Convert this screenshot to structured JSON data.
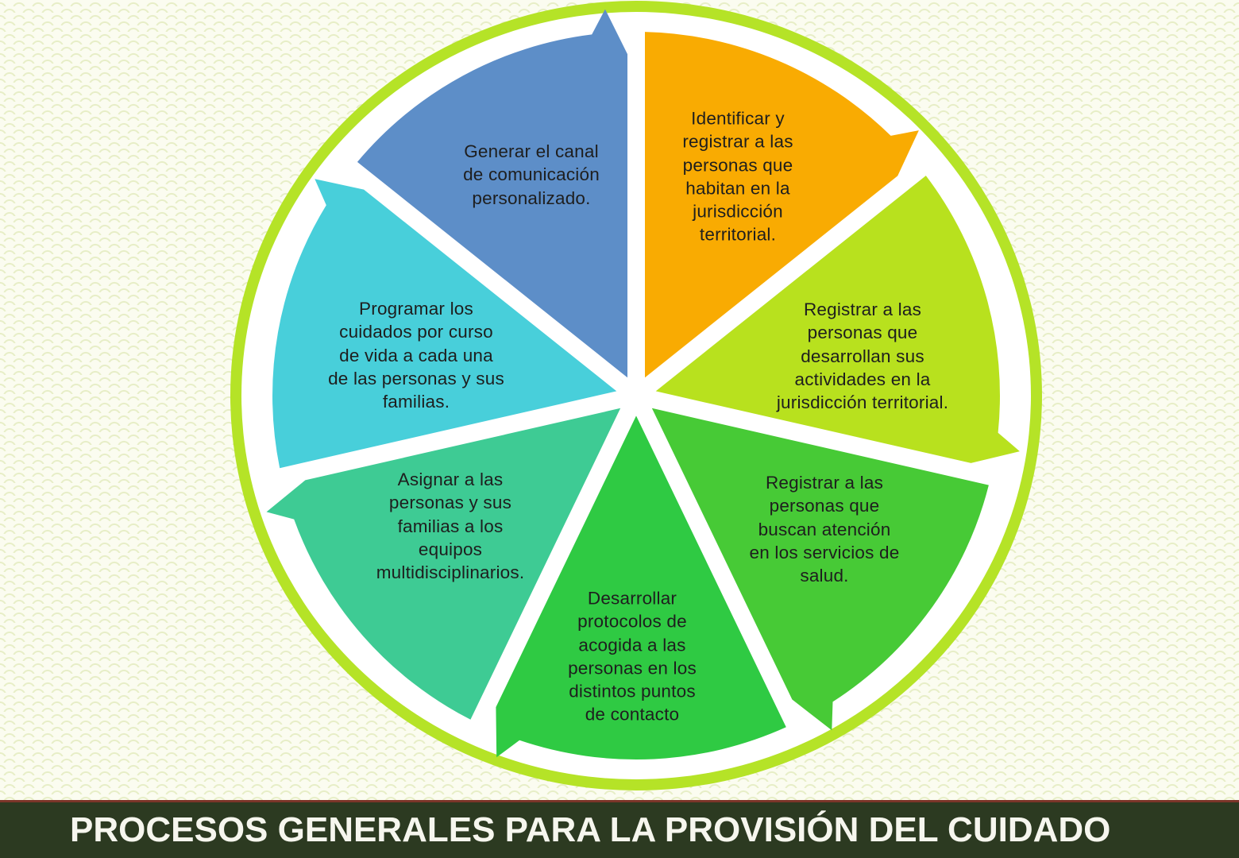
{
  "title_bar": {
    "text": "PROCESOS GENERALES PARA LA PROVISIÓN DEL CUIDADO",
    "background": "#2c3a21",
    "accent_line_color": "#7c3529",
    "text_color": "#f6f6ee"
  },
  "background": {
    "base_color": "#fbfcf0",
    "pattern": "pale fish-scale texture",
    "pattern_line_color": "#e7eec7"
  },
  "wheel": {
    "type": "cycle-diagram",
    "direction": "clockwise",
    "ring_color": "#b5e327",
    "disc_color": "#ffffff",
    "label_color": "#1e1e1e",
    "segments": [
      {
        "id": "identificar-registrar-habitantes",
        "color": "#f9ab02",
        "label": "Identificar y\nregistrar a las\npersonas que\nhabitan en la\njurisdicción\nterritorial."
      },
      {
        "id": "registrar-actividades",
        "color": "#b8e11e",
        "label": "Registrar a las\npersonas que\ndesarrollan sus\nactividades en la\njurisdicción territorial."
      },
      {
        "id": "registrar-atencion-salud",
        "color": "#47ca36",
        "label": "Registrar a las\npersonas que\nbuscan atención\nen los servicios de\nsalud."
      },
      {
        "id": "desarrollar-protocolos-acogida",
        "color": "#2fca43",
        "label": "Desarrollar\nprotocolos de\nacogida a las\npersonas en los\ndistintos puntos\nde contacto"
      },
      {
        "id": "asignar-equipos-multidisciplinarios",
        "color": "#3ecb94",
        "label": "Asignar a las\npersonas y sus\nfamilias a los\nequipos\nmultidisciplinarios."
      },
      {
        "id": "programar-cuidados-curso-vida",
        "color": "#48cfda",
        "label": "Programar los\ncuidados por curso\nde vida a cada una\nde las personas y sus\nfamilias."
      },
      {
        "id": "generar-canal-comunicacion",
        "color": "#5d8ec8",
        "label": "Generar el canal\nde comunicación\npersonalizado."
      }
    ]
  }
}
